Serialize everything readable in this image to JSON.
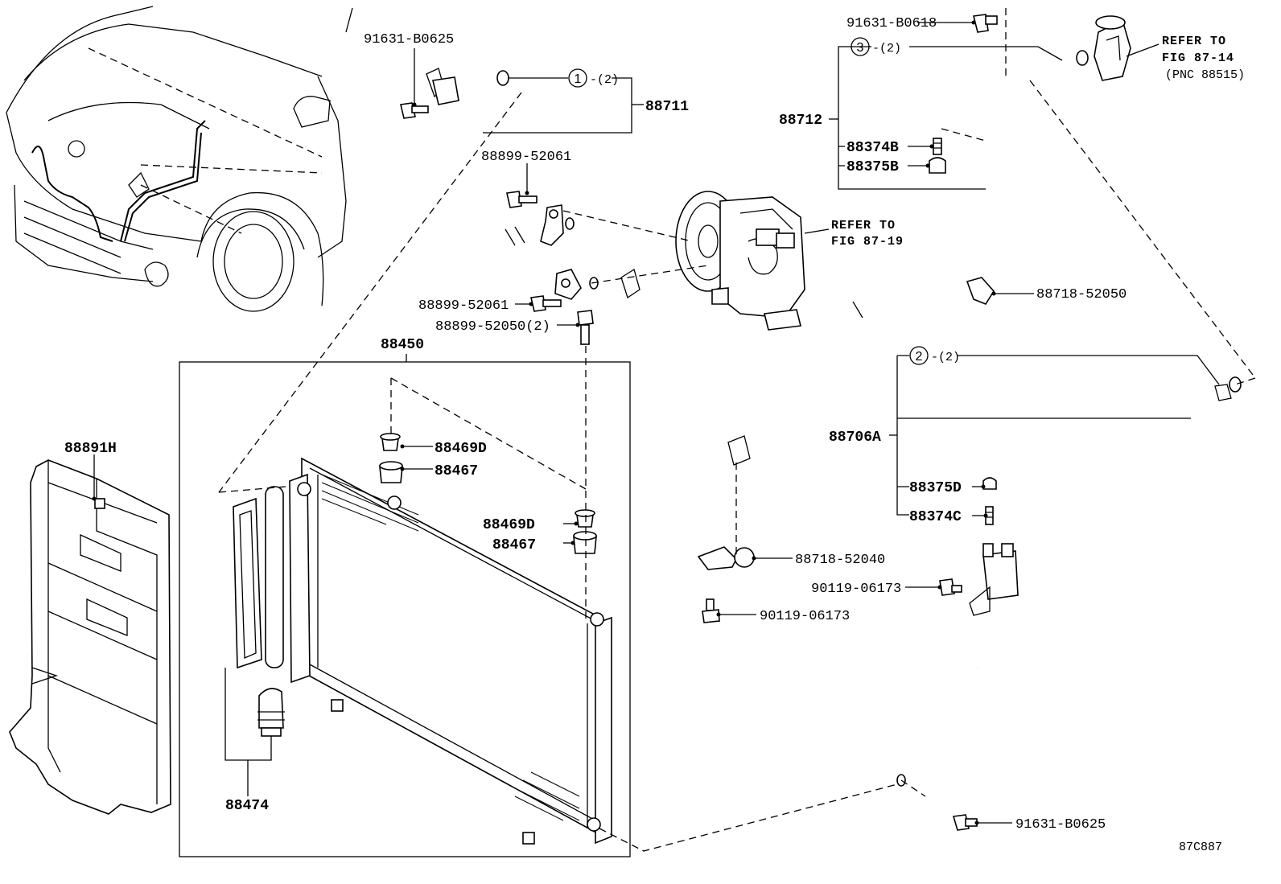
{
  "callouts": {
    "c_91631_B0625_top": "91631-B0625",
    "c_91631_B0618": "91631-B0618",
    "c_88711": "88711",
    "c_88712": "88712",
    "c_88374B": "88374B",
    "c_88375B": "88375B",
    "c_88899_52061_a": "88899-52061",
    "c_88899_52061_b": "88899-52061",
    "c_88899_52050": "88899-52050(2)",
    "c_88718_52050": "88718-52050",
    "c_88450": "88450",
    "c_88469D_a": "88469D",
    "c_88467_a": "88467",
    "c_88469D_b": "88469D",
    "c_88467_b": "88467",
    "c_88891H": "88891H",
    "c_88474": "88474",
    "c_88706A": "88706A",
    "c_88375D": "88375D",
    "c_88374C": "88374C",
    "c_88718_52040": "88718-52040",
    "c_90119_06173_a": "90119-06173",
    "c_90119_06173_b": "90119-06173",
    "c_91631_B0625_bottom": "91631-B0625"
  },
  "circled": {
    "one": "1",
    "one_qty": "-(2)",
    "two": "2",
    "two_qty": "-(2)",
    "three": "3",
    "three_qty": "-(2)"
  },
  "references": {
    "fig_87_14_line1": "REFER TO",
    "fig_87_14_line2": "FIG 87-14",
    "fig_87_14_line3": "(PNC 88515)",
    "fig_87_19_line1": "REFER TO",
    "fig_87_19_line2": "FIG 87-19"
  },
  "diagram_code": "87C887"
}
